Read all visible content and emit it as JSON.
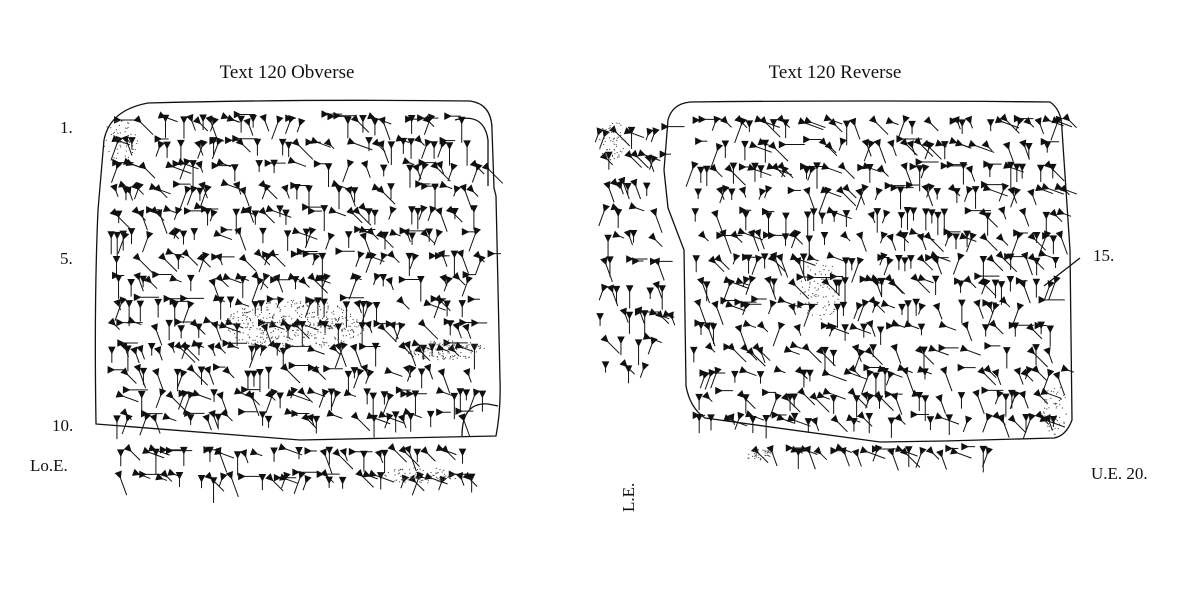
{
  "obverse": {
    "title": "Text 120 Obverse",
    "line_labels": [
      "1.",
      "5.",
      "10.",
      "Lo.E."
    ]
  },
  "reverse": {
    "title": "Text 120 Reverse",
    "line_labels": [
      "15.",
      "U.E. 20."
    ],
    "edge_label": "L.E."
  },
  "colors": {
    "ink": "#111111",
    "background": "#ffffff"
  }
}
